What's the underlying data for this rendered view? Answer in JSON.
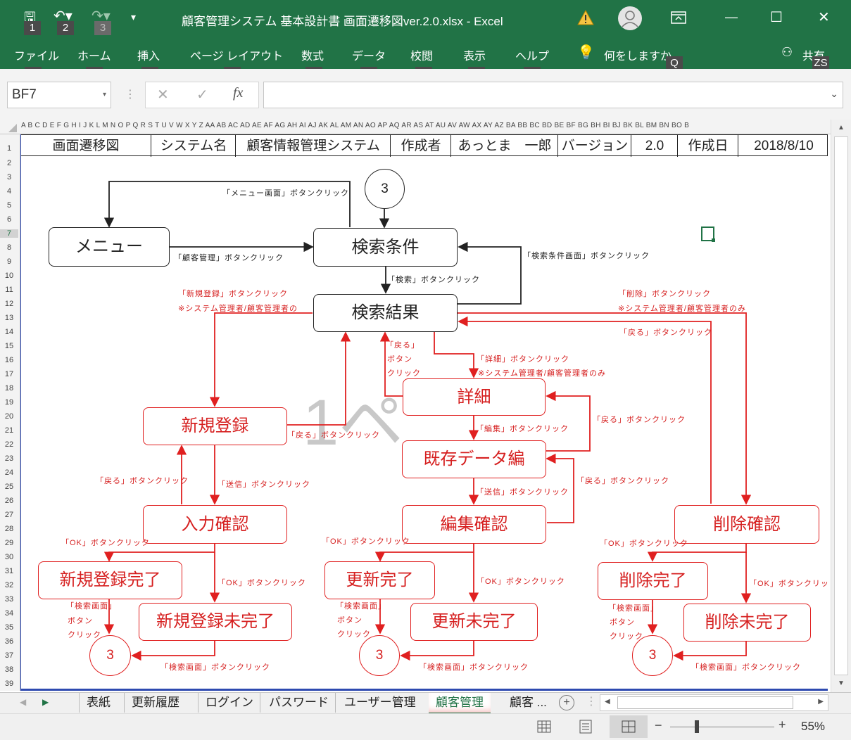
{
  "window": {
    "title": "顧客管理システム 基本設計書 画面遷移図ver.2.0.xlsx  -  Excel",
    "qat_keytips": [
      "1",
      "2",
      "3"
    ],
    "minimize": "—",
    "maximize": "☐",
    "close": "✕"
  },
  "ribbon": {
    "tabs": [
      {
        "label": "ファイル",
        "keytip": "F"
      },
      {
        "label": "ホーム",
        "keytip": "H"
      },
      {
        "label": "挿入",
        "keytip": "N"
      },
      {
        "label": "ページ レイアウト",
        "keytip": "P"
      },
      {
        "label": "数式",
        "keytip": "M"
      },
      {
        "label": "データ",
        "keytip": "A"
      },
      {
        "label": "校閲",
        "keytip": "R"
      },
      {
        "label": "表示",
        "keytip": "W"
      },
      {
        "label": "ヘルプ",
        "keytip": "Y"
      }
    ],
    "tell_me": "何をしますか",
    "tell_me_keytip": "Q",
    "share": "共有",
    "share_keytip": "ZS"
  },
  "formula_bar": {
    "name_box": "BF7",
    "cancel": "✕",
    "enter": "✓",
    "fx": "fx",
    "value": ""
  },
  "columns": "A B C D E F G H I J K L M N O P Q R S T U V W X Y Z AA AB AC AD AE AF AG AH AI AJ AK AL AM AN AO AP AQ AR AS AT AU AV AW AX AY AZ BA BB BC BD BE BF BG BH BI BJ BK BL BM BN BO B",
  "rows": [
    "1",
    "2",
    "3",
    "4",
    "5",
    "6",
    "7",
    "8",
    "9",
    "10",
    "11",
    "12",
    "13",
    "14",
    "15",
    "16",
    "17",
    "18",
    "19",
    "20",
    "21",
    "22",
    "23",
    "24",
    "25",
    "26",
    "27",
    "28",
    "29",
    "30",
    "31",
    "32",
    "33",
    "34",
    "35",
    "36",
    "37",
    "38",
    "39"
  ],
  "header_row": {
    "doc_type": "画面遷移図",
    "system_label": "システム名",
    "system_name": "顧客情報管理システム",
    "author_label": "作成者",
    "author": "あっとま　一郎",
    "version_label": "バージョン",
    "version": "2.0",
    "date_label": "作成日",
    "date": "2018/8/10"
  },
  "page_watermark": "1ペ",
  "nodes": {
    "menu": "メニュー",
    "search_cond": "検索条件",
    "search_result": "検索結果",
    "detail": "詳細",
    "new_reg": "新規登録",
    "edit": "既存データ編",
    "input_confirm": "入力確認",
    "edit_confirm": "編集確認",
    "delete_confirm": "削除確認",
    "new_done": "新規登録完了",
    "new_not_done": "新規登録未完了",
    "update_done": "更新完了",
    "update_not_done": "更新未完了",
    "delete_done": "削除完了",
    "delete_not_done": "削除未完了",
    "connector": "3"
  },
  "labels": {
    "menu_btn": "「メニュー画面」ボタンクリック",
    "customer_btn": "「顧客管理」ボタンクリック",
    "search_cond_btn": "「検索条件画面」ボタンクリック",
    "search_btn": "「検索」ボタンクリック",
    "new_btn_1": "「新規登録」ボタンクリック",
    "new_btn_2": "※システム管理者/顧客管理者の",
    "delete_btn_1": "「削除」ボタンクリック",
    "delete_btn_2": "※システム管理者/顧客管理者のみ",
    "back_btn": "「戻る」ボタンクリック",
    "back_v1": "「戻る」",
    "back_v2": "ボタン",
    "back_v3": "クリック",
    "detail_btn_1": "「詳細」ボタンクリック",
    "detail_btn_2": "※システム管理者/顧客管理者のみ",
    "edit_btn": "「編集」ボタンクリック",
    "send_btn": "「送信」ボタンクリック",
    "ok_btn": "「OK」ボタンクリック",
    "ok_btn_cut": "「OK」ボタンクリッ",
    "search_screen_btn": "「検索画面」ボタンクリック",
    "search_screen_v1": "「検索画面」",
    "search_screen_v2": "ボタン",
    "search_screen_v3": "クリック"
  },
  "sheet_tabs": [
    "表紙",
    "更新履歴",
    "ログイン",
    "パスワード",
    "ユーザー管理",
    "顧客管理",
    "顧客 ..."
  ],
  "active_tab": "顧客管理",
  "status": {
    "zoom": "55%"
  }
}
